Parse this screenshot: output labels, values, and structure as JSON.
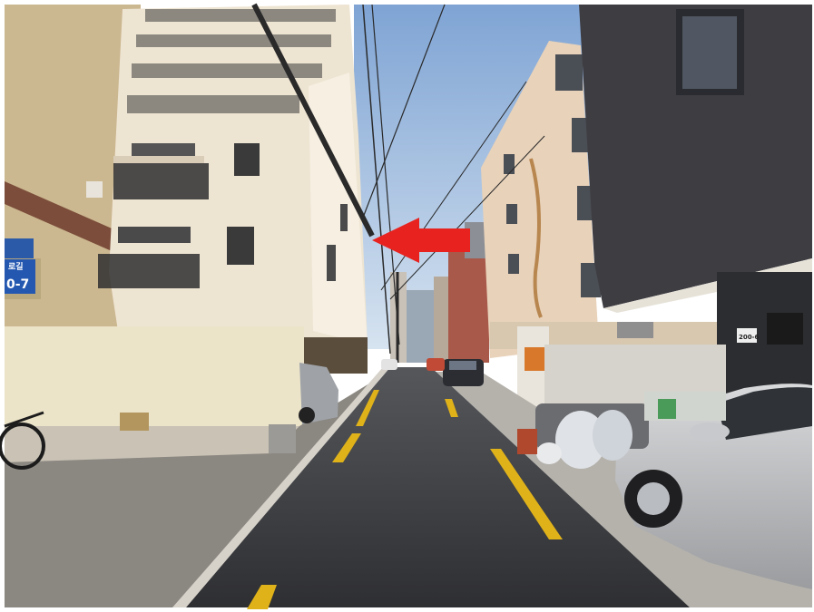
{
  "scene": {
    "signs": {
      "street_sign_top": "로길",
      "street_sign_number": "0-7",
      "building_sign": "200-6"
    },
    "colors": {
      "sky": "#8fb0d8",
      "arrow": "#e8231f",
      "road": "#3a3b3e",
      "lane_yellow": "#e0b21a"
    },
    "arrow_direction": "left"
  }
}
